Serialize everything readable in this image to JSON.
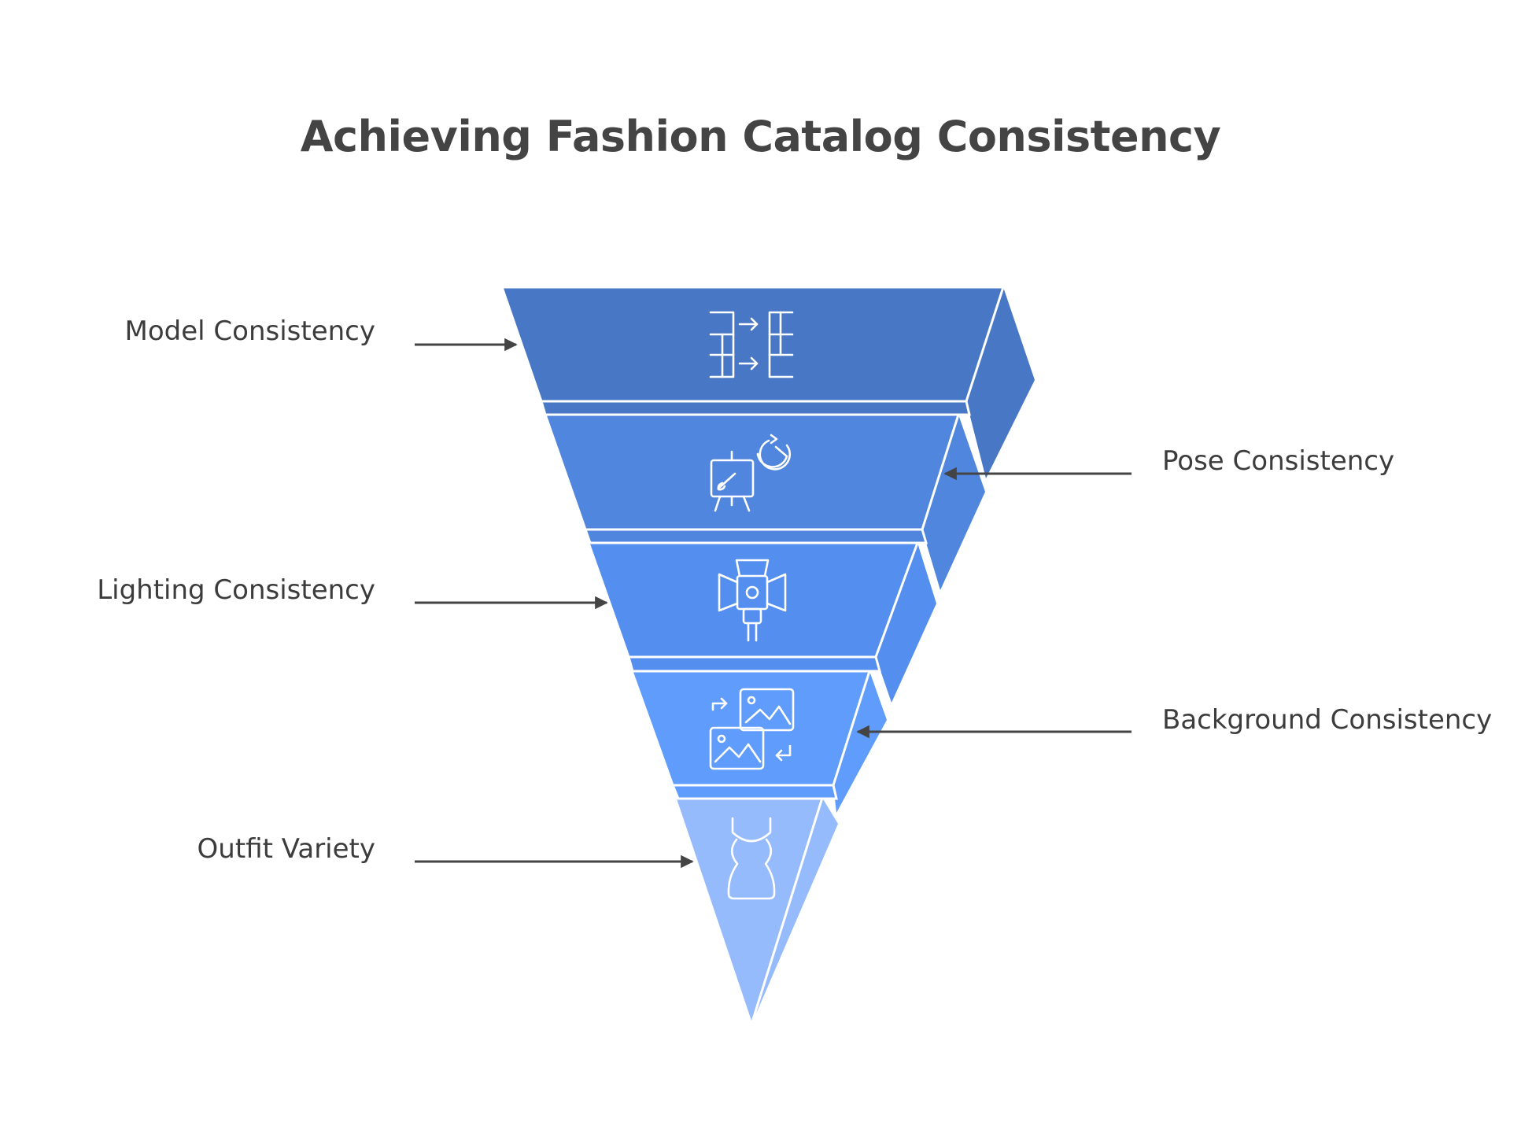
{
  "title": "Achieving Fashion Catalog Consistency",
  "colors": {
    "layer1": "#4878c5",
    "layer2": "#5086dd",
    "layer3": "#548ff0",
    "layer4": "#5f9cfb",
    "layer5": "#95bbfd",
    "text": "#3c3c3c",
    "arrow": "#444444"
  },
  "layers": [
    {
      "label": "Model Consistency",
      "icon": "transfer-table-icon",
      "side": "left"
    },
    {
      "label": "Pose Consistency",
      "icon": "easel-chart-icon",
      "side": "right"
    },
    {
      "label": "Lighting Consistency",
      "icon": "studio-light-icon",
      "side": "left"
    },
    {
      "label": "Background Consistency",
      "icon": "swap-images-icon",
      "side": "right"
    },
    {
      "label": "Outfit Variety",
      "icon": "dress-icon",
      "side": "left"
    }
  ]
}
